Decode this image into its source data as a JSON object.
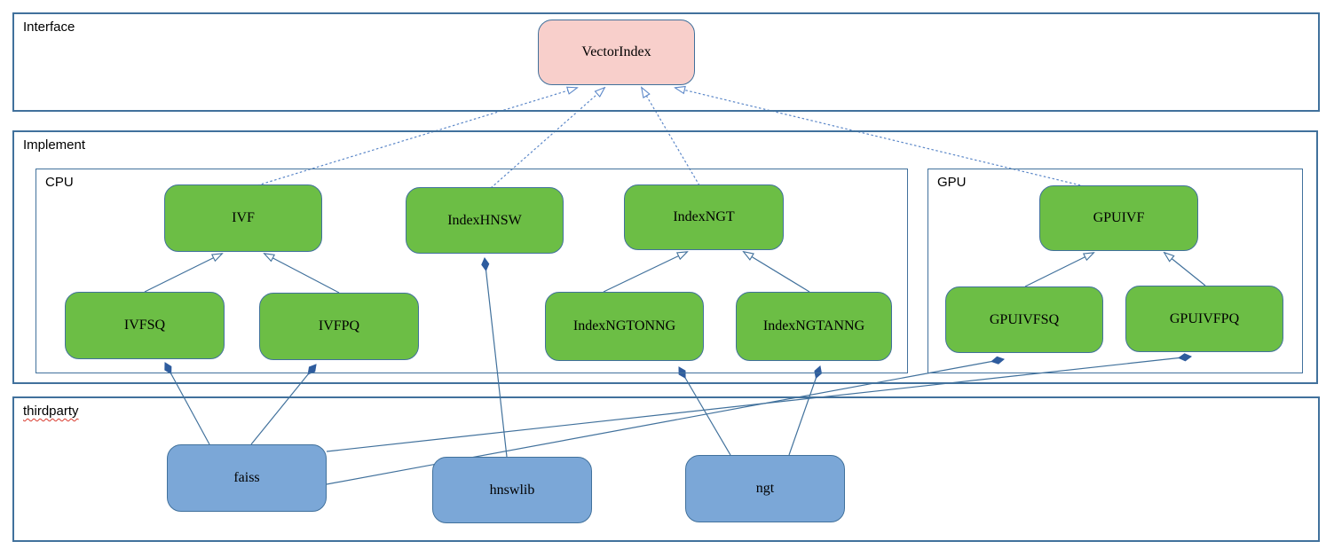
{
  "containers": {
    "interface": {
      "label": "Interface"
    },
    "implement": {
      "label": "Implement"
    },
    "cpu": {
      "label": "CPU"
    },
    "gpu": {
      "label": "GPU"
    },
    "thirdparty": {
      "label": "thirdparty"
    }
  },
  "nodes": {
    "vectorindex": {
      "label": "VectorIndex"
    },
    "ivf": {
      "label": "IVF"
    },
    "indexhnsw": {
      "label": "IndexHNSW"
    },
    "indexngt": {
      "label": "IndexNGT"
    },
    "ivfsq": {
      "label": "IVFSQ"
    },
    "ivfpq": {
      "label": "IVFPQ"
    },
    "indexngtonng": {
      "label": "IndexNGTONNG"
    },
    "indexngtanng": {
      "label": "IndexNGTANNG"
    },
    "gpuivf": {
      "label": "GPUIVF"
    },
    "gpuivfsq": {
      "label": "GPUIVFSQ"
    },
    "gpuivfpq": {
      "label": "GPUIVFPQ"
    },
    "faiss": {
      "label": "faiss"
    },
    "hnswlib": {
      "label": "hnswlib"
    },
    "ngt": {
      "label": "ngt"
    }
  },
  "relationships": {
    "realization_dashed_hollow_arrow": [
      {
        "from": "IVF",
        "to": "VectorIndex"
      },
      {
        "from": "IndexHNSW",
        "to": "VectorIndex"
      },
      {
        "from": "IndexNGT",
        "to": "VectorIndex"
      },
      {
        "from": "GPUIVF",
        "to": "VectorIndex"
      }
    ],
    "generalization_solid_hollow_arrow": [
      {
        "from": "IVFSQ",
        "to": "IVF"
      },
      {
        "from": "IVFPQ",
        "to": "IVF"
      },
      {
        "from": "IndexNGTONNG",
        "to": "IndexNGT"
      },
      {
        "from": "IndexNGTANNG",
        "to": "IndexNGT"
      },
      {
        "from": "GPUIVFSQ",
        "to": "GPUIVF"
      },
      {
        "from": "GPUIVFPQ",
        "to": "GPUIVF"
      }
    ],
    "composition_filled_diamond": [
      {
        "owner": "IndexHNSW",
        "uses": "hnswlib"
      },
      {
        "owner": "IVFSQ",
        "uses": "faiss"
      },
      {
        "owner": "IVFPQ",
        "uses": "faiss"
      },
      {
        "owner": "IndexNGTONNG",
        "uses": "ngt"
      },
      {
        "owner": "IndexNGTANNG",
        "uses": "ngt"
      },
      {
        "owner": "GPUIVFSQ",
        "uses": "faiss"
      },
      {
        "owner": "GPUIVFPQ",
        "uses": "faiss"
      }
    ]
  },
  "colors": {
    "interface_node_fill": "#F8CFCB",
    "implement_node_fill": "#6CBE45",
    "thirdparty_node_fill": "#7BA7D7",
    "connector_stroke": "#41719C",
    "dashed_stroke": "#5B87C8",
    "diamond_fill": "#2E5C9E",
    "spellcheck_underline": "#D83A2E"
  }
}
